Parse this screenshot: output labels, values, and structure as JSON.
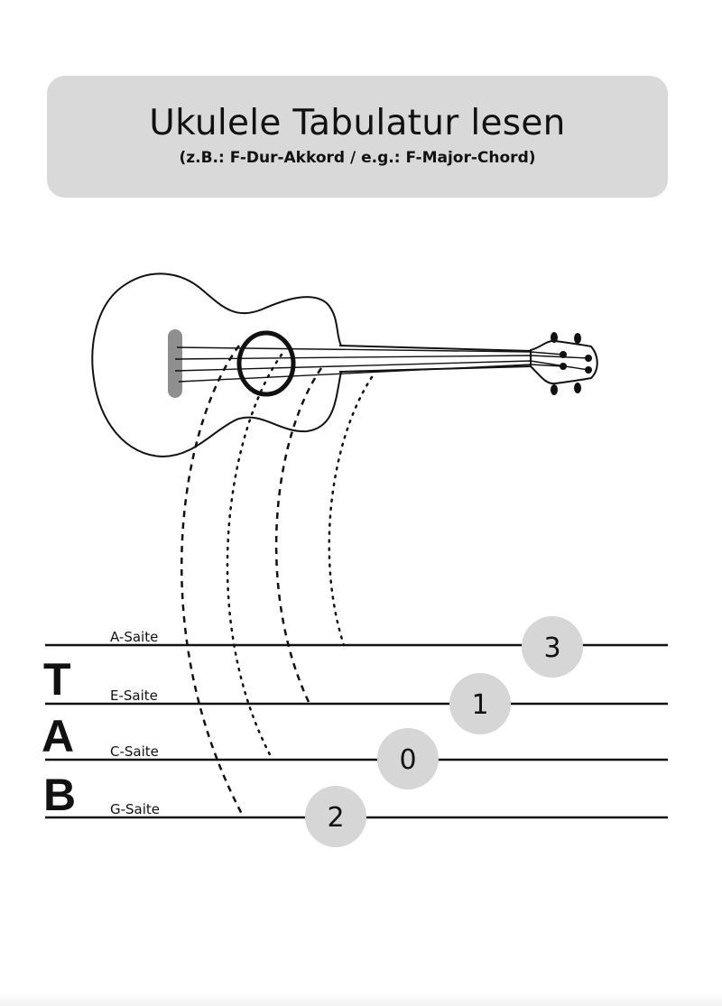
{
  "header": {
    "title": "Ukulele Tabulatur lesen",
    "subtitle": "(z.B.: F-Dur-Akkord  /  e.g.: F-Major-Chord)"
  },
  "colors": {
    "header_bg": "#d9d9d9",
    "fret_circle": "#d6d6d6",
    "bridge": "#8f8f8f",
    "ink": "#111111"
  },
  "tab": {
    "letters": [
      "T",
      "A",
      "B"
    ],
    "strings": [
      {
        "label": "A-Saite",
        "fret": "3"
      },
      {
        "label": "E-Saite",
        "fret": "1"
      },
      {
        "label": "C-Saite",
        "fret": "0"
      },
      {
        "label": "G-Saite",
        "fret": "2"
      }
    ]
  }
}
